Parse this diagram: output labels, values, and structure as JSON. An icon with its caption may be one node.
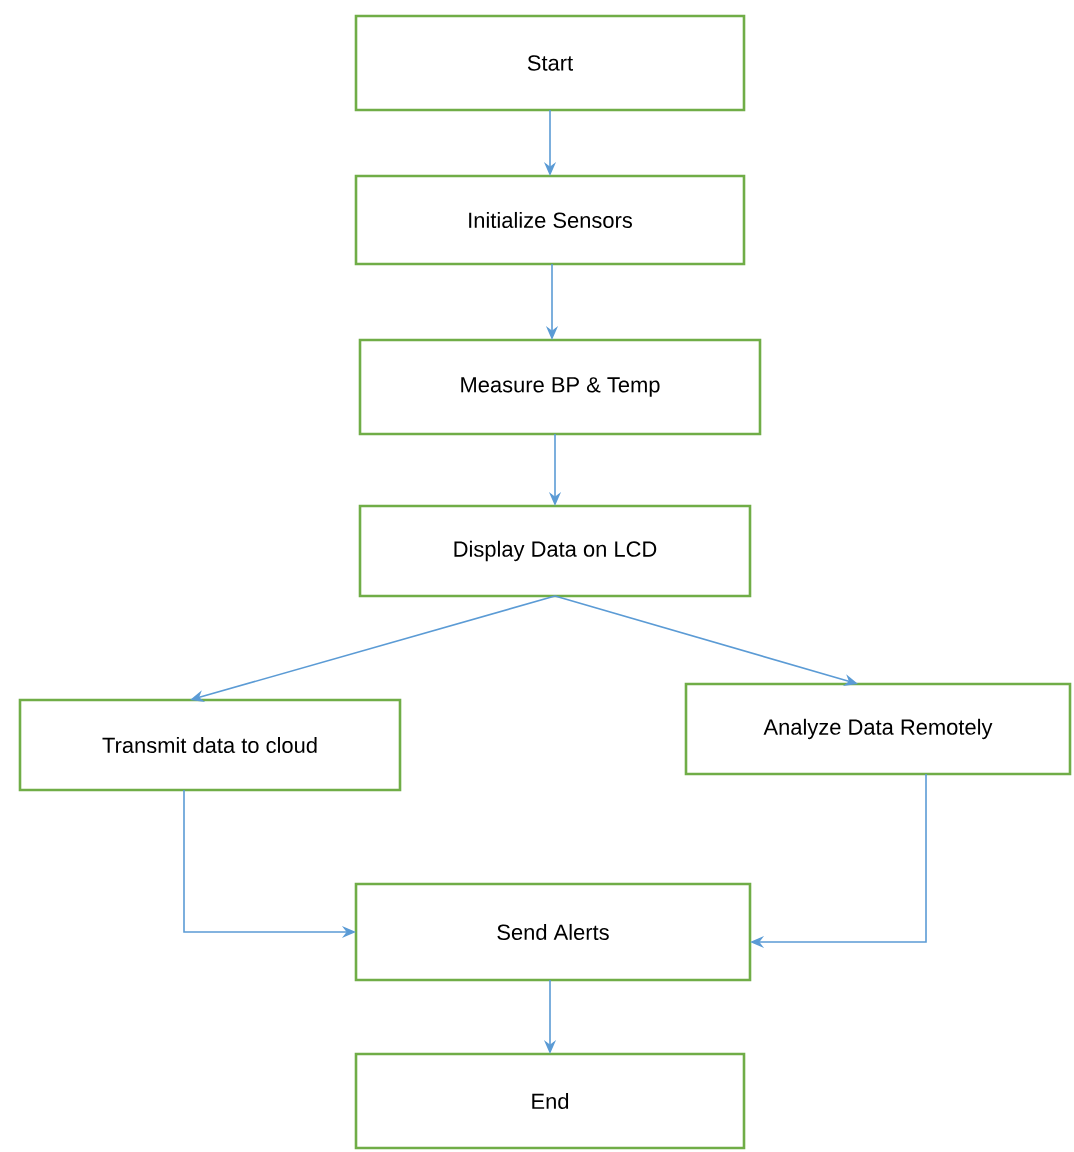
{
  "diagram": {
    "nodes": [
      {
        "text": [
          "Start"
        ]
      },
      {
        "text": [
          "Initialize Sensors"
        ]
      },
      {
        "text": [
          "Measure BP & Temp"
        ]
      },
      {
        "text": [
          "Display Data on LCD"
        ]
      },
      {
        "text": [
          "Transmit data to cloud"
        ]
      },
      {
        "text": [
          "Analyze Data Remotely"
        ]
      },
      {
        "text": [
          "Send Alerts"
        ]
      },
      {
        "text": [
          "End"
        ]
      }
    ],
    "edges": [
      {
        "from": 0,
        "to": 1,
        "arrow": "to"
      },
      {
        "from": 1,
        "to": 2,
        "arrow": "to"
      },
      {
        "from": 2,
        "to": 3,
        "arrow": "to"
      },
      {
        "from": 3,
        "to": 4,
        "arrow": "to"
      },
      {
        "from": 3,
        "to": 5,
        "arrow": "to"
      },
      {
        "from": 4,
        "to": 6,
        "arrow": "to"
      },
      {
        "from": 5,
        "to": 6,
        "arrow": "to"
      },
      {
        "from": 6,
        "to": 7,
        "arrow": "to"
      }
    ]
  }
}
